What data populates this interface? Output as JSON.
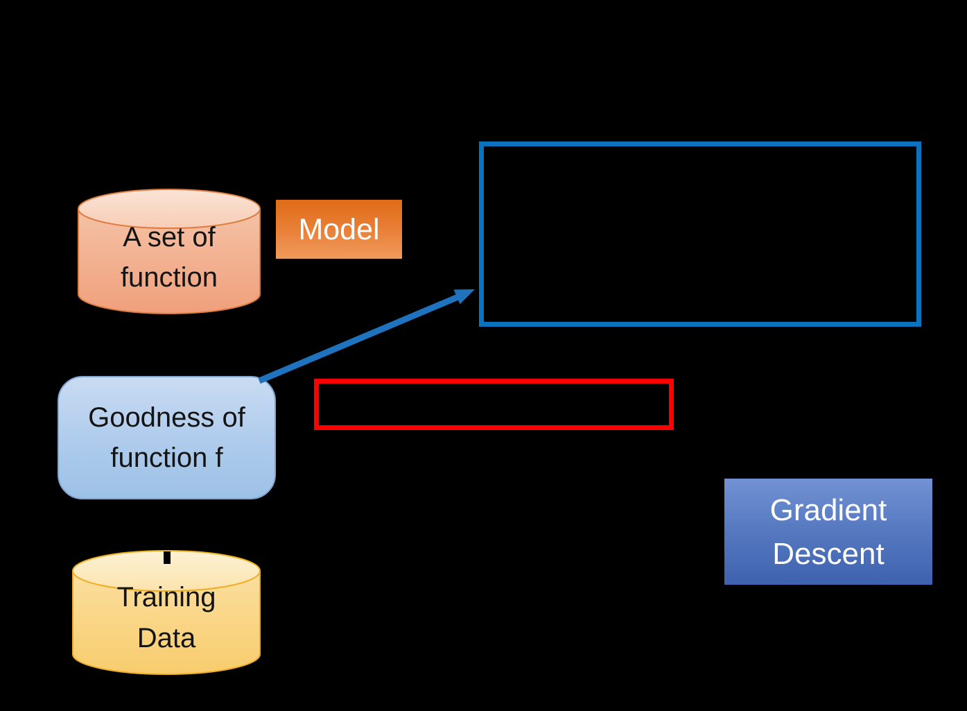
{
  "background_color": "#000000",
  "shapes": {
    "function_set": {
      "type": "cylinder",
      "lines": [
        "A set of",
        "function"
      ],
      "fill_top": "#f9d9c6",
      "fill_body": "#f5bfa2",
      "border_color": "#df7b3e"
    },
    "model": {
      "label": "Model",
      "fill": "#e87d33",
      "text_color": "#ffffff"
    },
    "blue_frame": {
      "border_color": "#0b72be",
      "content": ""
    },
    "red_frame": {
      "border_color": "#ff0000",
      "content": ""
    },
    "goodness": {
      "lines": [
        "Goodness of",
        "function f"
      ],
      "fill": "#aecbec",
      "border_color": "#7fa7d1"
    },
    "training": {
      "type": "cylinder",
      "lines": [
        "Training",
        "Data"
      ],
      "fill_top": "#fdeec7",
      "fill_body": "#fbdd9c",
      "border_color": "#efaf25"
    },
    "gradient_descent": {
      "lines": [
        "Gradient",
        "Descent"
      ],
      "fill": "#5578c0",
      "text_color": "#ffffff"
    },
    "arrow": {
      "color": "#1f72be",
      "from": "goodness-box-top-right",
      "to": "blue-frame-left-edge"
    }
  }
}
